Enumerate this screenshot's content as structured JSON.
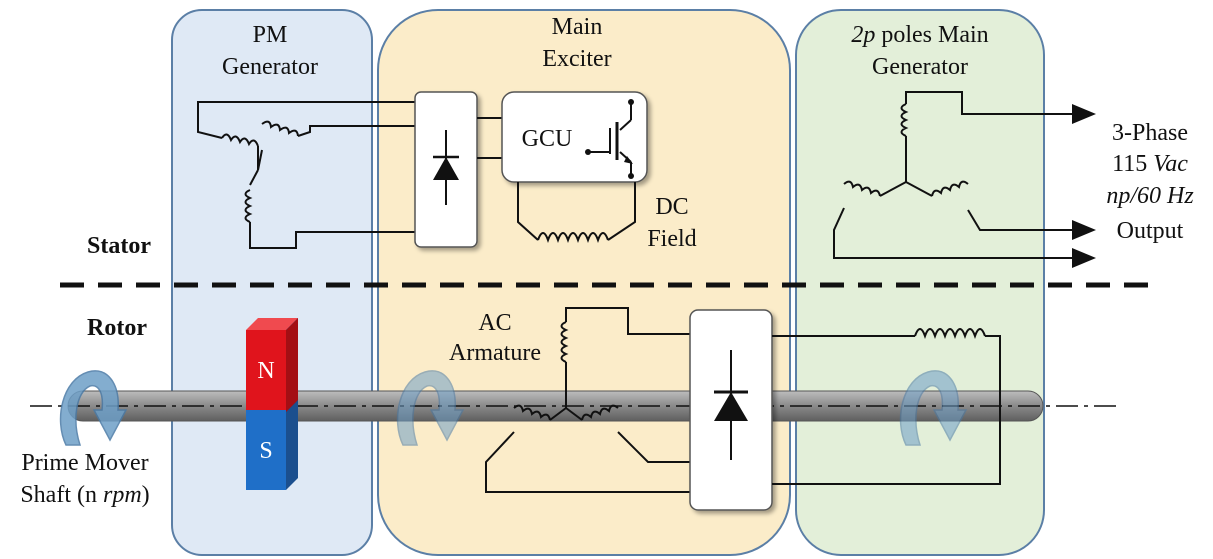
{
  "colors": {
    "pm_panel_fill": "#dfe9f5",
    "exciter_panel_fill": "#fbecc9",
    "main_gen_panel_fill": "#e3efd9",
    "panel_border": "#5b7fa6",
    "shaft": "#8c8c8c",
    "magnet_north": "#e0141c",
    "magnet_south": "#1f6fc8",
    "rotation_arrow": "#6e9fc7"
  },
  "panels": {
    "pm_generator": {
      "line1": "PM",
      "line2": "Generator"
    },
    "main_exciter": {
      "line1": "Main",
      "line2": "Exciter"
    },
    "main_generator": {
      "line1_italic": "2p",
      "line1_rest": " poles Main",
      "line2": "Generator"
    }
  },
  "labels": {
    "stator": "Stator",
    "rotor": "Rotor",
    "gcu": "GCU",
    "dc_field_line1": "DC",
    "dc_field_line2": "Field",
    "ac_armature_line1": "AC",
    "ac_armature_line2": "Armature",
    "output_line1": "3-Phase",
    "output_line2_plain": "115 ",
    "output_line2_italic": "Vac",
    "output_line3_italic_a": "np",
    "output_line3_italic_b": "/60 Hz",
    "output_line4": "Output",
    "prime_mover_line1": "Prime Mover",
    "prime_mover_line2_plain": "Shaft (n ",
    "prime_mover_line2_italic": "rpm",
    "prime_mover_line2_close": ")"
  },
  "magnet": {
    "north": "N",
    "south": "S"
  },
  "icons": [
    "diode-icon",
    "igbt-icon",
    "rotation-arrow-icon",
    "coil-icon"
  ]
}
